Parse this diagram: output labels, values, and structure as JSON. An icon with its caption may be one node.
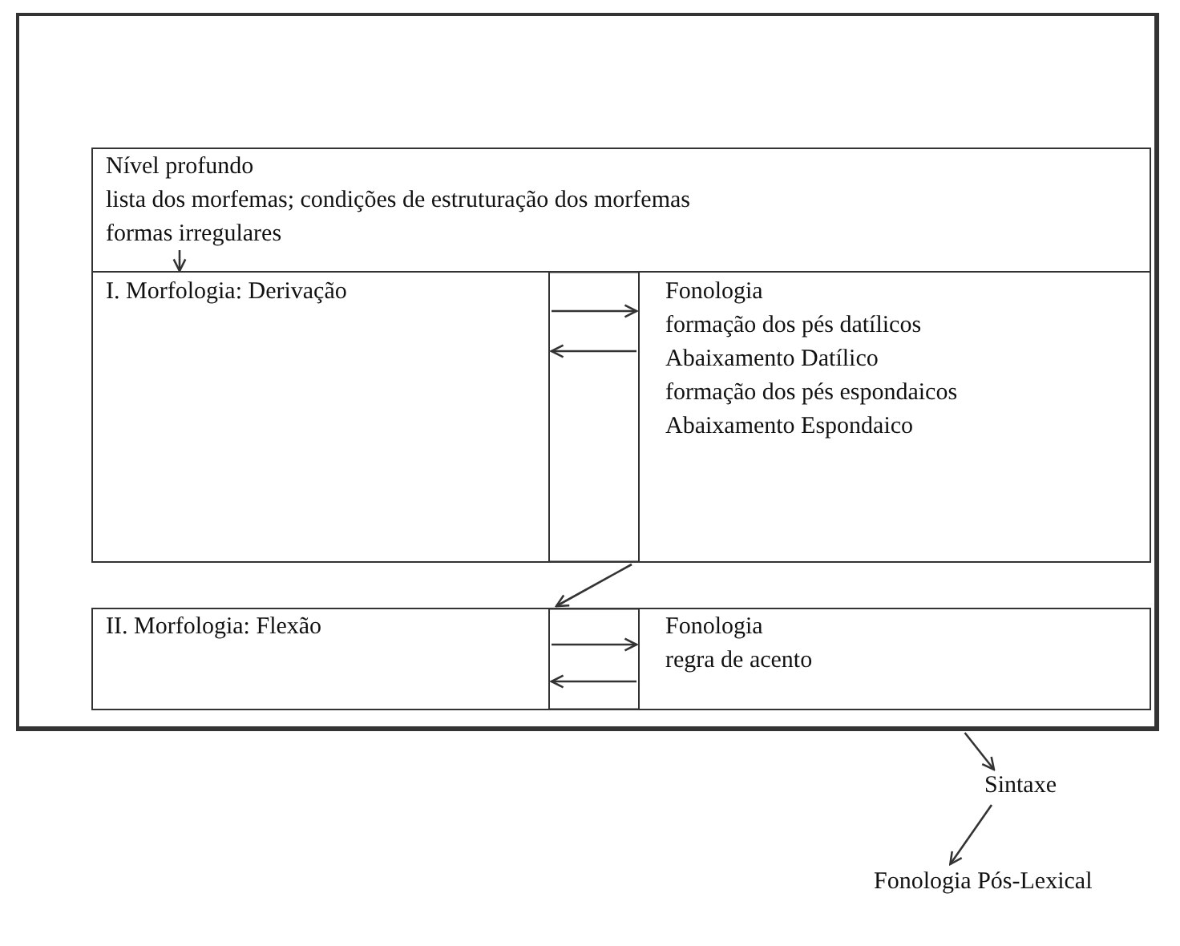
{
  "diagram": {
    "nodes": [
      {
        "text": [],
        "shape": "box"
      },
      {
        "text": [
          "Nível profundo",
          "lista dos morfemas; condições de estruturação dos morfemas",
          "formas irregulares"
        ],
        "in": 0
      },
      {
        "text": [
          "I. Morfologia: Derivação"
        ],
        "in": 0
      },
      {
        "text": [
          "Fonologia",
          "formação dos pés datílicos",
          "Abaixamento Datílico",
          "formação dos pés espondaicos",
          "Abaixamento Espondaico"
        ],
        "in": 0
      },
      {
        "text": [
          "II. Morfologia: Flexão"
        ],
        "in": 0
      },
      {
        "text": [
          "Fonologia",
          "regra de acento"
        ],
        "in": 0
      },
      {
        "text": [
          "Sintaxe"
        ]
      },
      {
        "text": [
          "Fonologia Pós-Lexical"
        ]
      }
    ],
    "edges": [
      {
        "from": 1,
        "to": 2,
        "arrow": "to"
      },
      {
        "from": 2,
        "to": 3,
        "arrow": "to"
      },
      {
        "from": 3,
        "to": 2,
        "arrow": "to"
      },
      {
        "from": 3,
        "to": 4,
        "arrow": "to"
      },
      {
        "from": 4,
        "to": 5,
        "arrow": "to"
      },
      {
        "from": 5,
        "to": 4,
        "arrow": "to"
      },
      {
        "from": 0,
        "to": 6,
        "arrow": "to"
      },
      {
        "from": 6,
        "to": 7,
        "arrow": "to"
      }
    ]
  }
}
